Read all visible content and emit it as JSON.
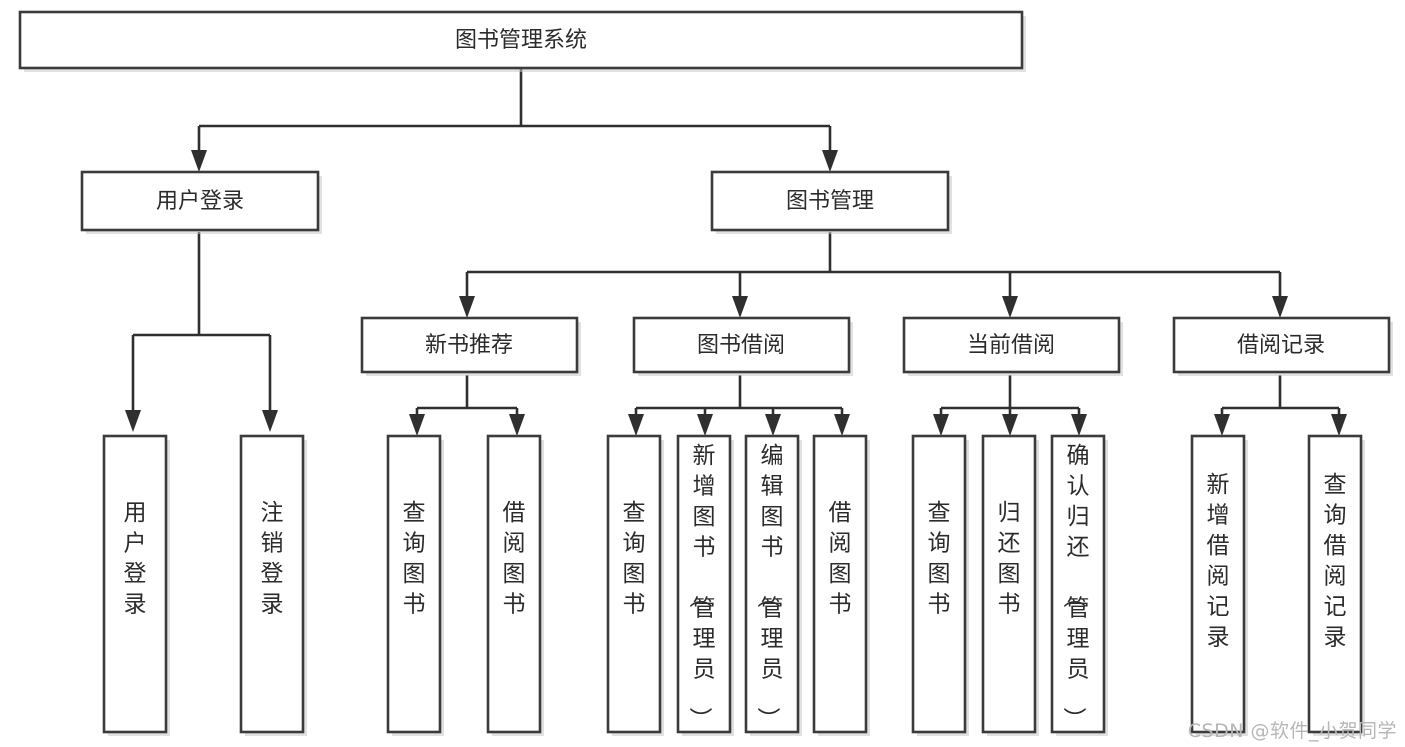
{
  "diagram": {
    "title": "图书管理系统",
    "type": "tree-hierarchy",
    "watermark": "CSDN @软件_小贺同学",
    "colors": {
      "box_fill": "#ffffff",
      "box_stroke": "#3b3b3b",
      "connector": "#2f2f2f",
      "text": "#2b2b2b",
      "watermark": "#b6b6b6"
    },
    "root": {
      "id": "root",
      "label": "图书管理系统",
      "orientation": "horizontal"
    },
    "level2": [
      {
        "id": "user-login",
        "label": "用户登录",
        "orientation": "horizontal"
      },
      {
        "id": "book-management",
        "label": "图书管理",
        "orientation": "horizontal"
      }
    ],
    "level3": [
      {
        "id": "new-book-recommend",
        "label": "新书推荐",
        "orientation": "horizontal",
        "parent": "book-management"
      },
      {
        "id": "book-borrow",
        "label": "图书借阅",
        "orientation": "horizontal",
        "parent": "book-management"
      },
      {
        "id": "current-borrow",
        "label": "当前借阅",
        "orientation": "horizontal",
        "parent": "book-management"
      },
      {
        "id": "borrow-record",
        "label": "借阅记录",
        "orientation": "horizontal",
        "parent": "book-management"
      }
    ],
    "leaves": [
      {
        "id": "leaf-user-login",
        "label": "用户登录",
        "orientation": "vertical",
        "parent": "user-login"
      },
      {
        "id": "leaf-logout-login",
        "label": "注销登录",
        "orientation": "vertical",
        "parent": "user-login"
      },
      {
        "id": "leaf-query-book-1",
        "label": "查询图书",
        "orientation": "vertical",
        "parent": "new-book-recommend"
      },
      {
        "id": "leaf-borrow-book-1",
        "label": "借阅图书",
        "orientation": "vertical",
        "parent": "new-book-recommend"
      },
      {
        "id": "leaf-query-book-2",
        "label": "查询图书",
        "orientation": "vertical",
        "parent": "book-borrow"
      },
      {
        "id": "leaf-add-book",
        "label": "新增图书（管理员）",
        "orientation": "vertical",
        "parent": "book-borrow"
      },
      {
        "id": "leaf-edit-book",
        "label": "编辑图书（管理员）",
        "orientation": "vertical",
        "parent": "book-borrow"
      },
      {
        "id": "leaf-borrow-book-2",
        "label": "借阅图书",
        "orientation": "vertical",
        "parent": "book-borrow"
      },
      {
        "id": "leaf-query-book-3",
        "label": "查询图书",
        "orientation": "vertical",
        "parent": "current-borrow"
      },
      {
        "id": "leaf-return-book",
        "label": "归还图书",
        "orientation": "vertical",
        "parent": "current-borrow"
      },
      {
        "id": "leaf-confirm-return",
        "label": "确认归还（管理员）",
        "orientation": "vertical",
        "parent": "current-borrow"
      },
      {
        "id": "leaf-add-record",
        "label": "新增借阅记录",
        "orientation": "vertical",
        "parent": "borrow-record"
      },
      {
        "id": "leaf-query-record",
        "label": "查询借阅记录",
        "orientation": "vertical",
        "parent": "borrow-record"
      }
    ]
  }
}
